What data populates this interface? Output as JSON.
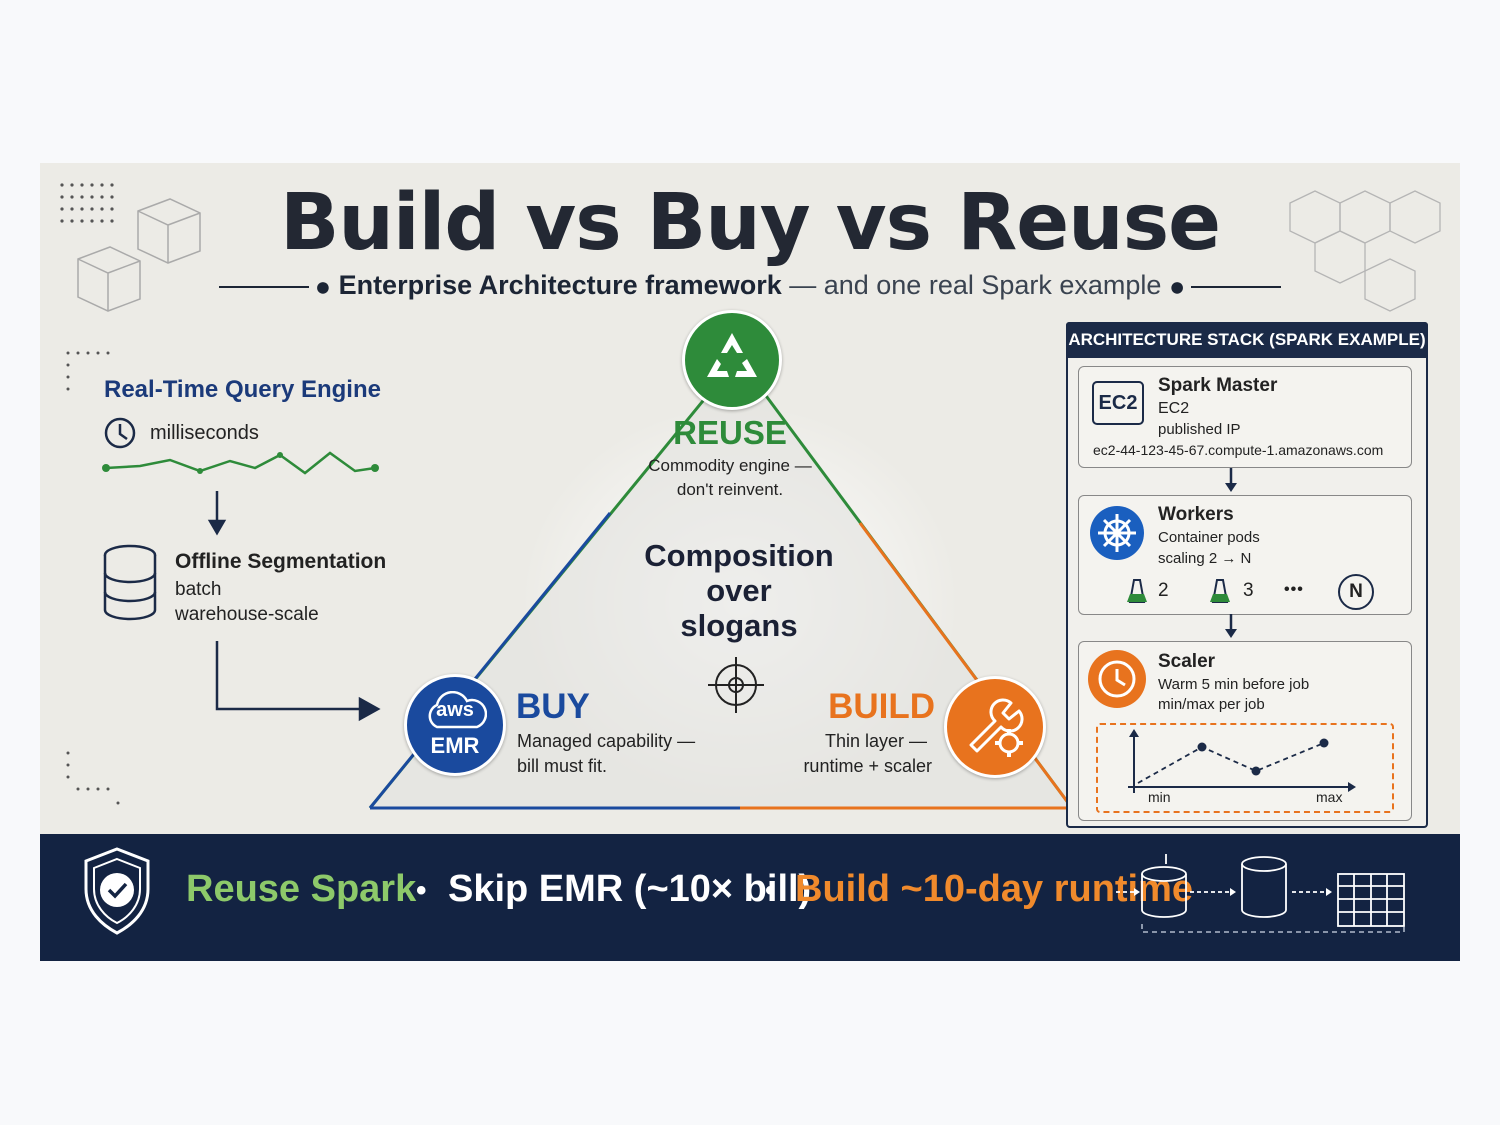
{
  "header": {
    "title": "Build vs Buy vs Reuse",
    "subtitle_bold": "Enterprise Architecture framework",
    "subtitle_light": " — and one real Spark example"
  },
  "left": {
    "realtime_title": "Real-Time Query Engine",
    "realtime_value": "milliseconds",
    "offline_title": "Offline Segmentation",
    "offline_line1": "batch",
    "offline_line2": "warehouse-scale"
  },
  "triangle": {
    "reuse_title": "REUSE",
    "reuse_line1": "Commodity engine —",
    "reuse_line2": "don't reinvent.",
    "center_line1": "Composition",
    "center_line2": "over",
    "center_line3": "slogans",
    "buy_title": "BUY",
    "buy_line1": "Managed capability —",
    "buy_line2": "bill must fit.",
    "buy_icon_top": "aws",
    "buy_icon_bottom": "EMR",
    "build_title": "BUILD",
    "build_line1": "Thin layer —",
    "build_line2": "runtime + scaler"
  },
  "stack": {
    "header": "ARCHITECTURE STACK (SPARK EXAMPLE)",
    "master": {
      "icon_label": "EC2",
      "title": "Spark Master",
      "line1": "EC2",
      "line2": "published IP",
      "line3": "ec2-44-123-45-67.compute-1.amazonaws.com"
    },
    "workers": {
      "title": "Workers",
      "line1": "Container pods",
      "line2": "scaling 2 → N",
      "pod1": "2",
      "pod2": "3",
      "ellipsis": "•••",
      "podN": "N"
    },
    "scaler": {
      "title": "Scaler",
      "line1": "Warm 5 min before job",
      "line2": "min/max per job",
      "axis_min": "min",
      "axis_max": "max"
    }
  },
  "footer": {
    "reuse": "Reuse Spark",
    "sep": "•",
    "skip": "Skip EMR (~10× bill)",
    "build": "Build ~10-day runtime"
  },
  "colors": {
    "reuse_green": "#2e8b3a",
    "buy_blue": "#1a4a9e",
    "build_orange": "#e8731e",
    "navy": "#132342",
    "footer_green": "#8dc96a",
    "footer_orange": "#f08a2c"
  }
}
